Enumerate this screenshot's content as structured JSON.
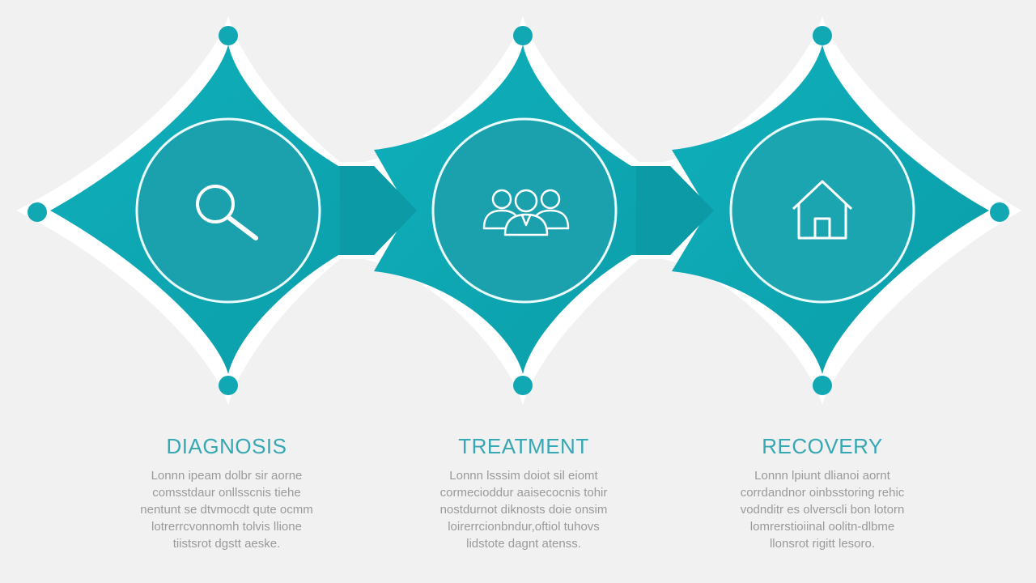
{
  "colors": {
    "background": "#f1f1f1",
    "diamond": "#11a8b4",
    "diamond_dark": "#0c9aa6",
    "halo": "#ffffff",
    "circle_fill": "#1aa1ad",
    "circle_stroke": "#e9fbfc",
    "title": "#35a8b4",
    "body_text": "#9a9a9a"
  },
  "steps": [
    {
      "title": "DIAGNOSIS",
      "icon": "magnifier-icon",
      "lines": [
        "Lonnn ipeam dolbr sir aorne",
        "comsstdaur onllsscnis tiehe",
        "nentunt se dtvmocdt qute ocmm",
        "lotrerrcvonnomh tolvis llione",
        "tiistsrot dgstt aeske."
      ]
    },
    {
      "title": "TREATMENT",
      "icon": "people-group-icon",
      "lines": [
        "Lonnn lsssim doiot sil eiomt",
        "cormecioddur aaisecocnis tohir",
        "nostdurnot diknosts doie onsim",
        "loirerrcionbndur,oftiol tuhovs",
        "lidstote dagnt atenss."
      ]
    },
    {
      "title": "RECOVERY",
      "icon": "house-icon",
      "lines": [
        "Lonnn lpiunt dlianoi aornt",
        "corrdandnor oinbsstoring rehic",
        "vodnditr es olverscli bon lotorn",
        "lomrerstioiinal oolitn-dlbme",
        "llonsrot rigitt lesoro."
      ]
    }
  ]
}
